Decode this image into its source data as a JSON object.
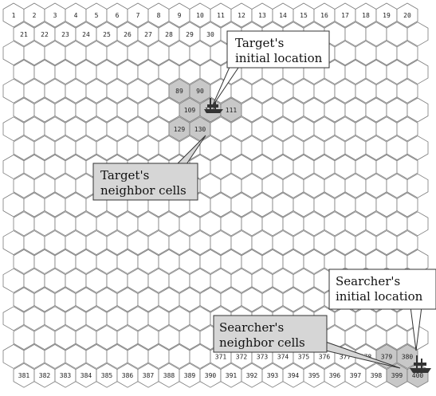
{
  "grid": {
    "columns": 20,
    "rows": 20,
    "cell_stroke": "#7a7a7a",
    "cell_fill": "#ffffff",
    "highlight_fill": "#c8c8c8",
    "visible_numbered_cells": [
      1,
      2,
      3,
      4,
      5,
      6,
      7,
      8,
      9,
      10,
      11,
      12,
      13,
      14,
      15,
      16,
      17,
      18,
      19,
      20,
      21,
      22,
      23,
      24,
      25,
      26,
      27,
      28,
      29,
      30,
      89,
      90,
      109,
      110,
      111,
      129,
      130,
      371,
      372,
      373,
      374,
      375,
      376,
      377,
      378,
      379,
      380,
      381,
      382,
      383,
      384,
      385,
      386,
      387,
      388,
      389,
      390,
      391,
      392,
      393,
      394,
      395,
      396,
      397,
      398,
      399,
      400
    ],
    "highlighted_cells": [
      89,
      90,
      109,
      110,
      111,
      129,
      130,
      379,
      380,
      399,
      400
    ]
  },
  "callouts": {
    "target_initial": {
      "lines": [
        "Target's",
        "initial location"
      ],
      "fill": "#ffffff"
    },
    "target_neighbors": {
      "lines": [
        "Target's",
        "neighbor cells"
      ],
      "fill": "#d6d6d6"
    },
    "searcher_initial": {
      "lines": [
        "Searcher's",
        "initial location"
      ],
      "fill": "#ffffff"
    },
    "searcher_neighbors": {
      "lines": [
        "Searcher's",
        "neighbor cells"
      ],
      "fill": "#d6d6d6"
    }
  },
  "icons": {
    "target": "ship-icon",
    "searcher": "searcher-icon"
  }
}
